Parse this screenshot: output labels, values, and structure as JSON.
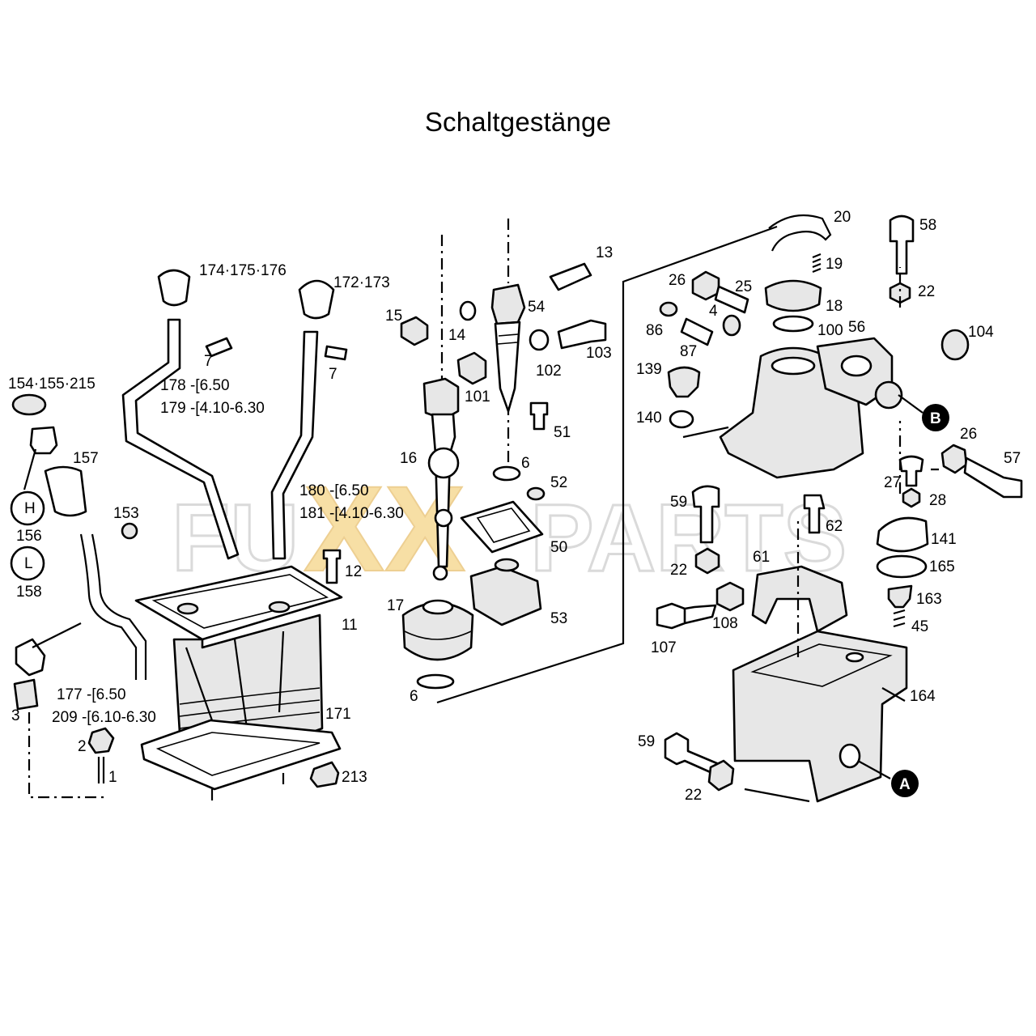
{
  "title": "Schaltgestänge",
  "watermark": {
    "left": "FU",
    "middle": "XX",
    "right": "PARTS",
    "accent_color": "#f2c55c",
    "gray_color": "#d8d8d8"
  },
  "callouts": {
    "c_174_175_176": "174·175·176",
    "c_172_173": "172·173",
    "c_7a": "7",
    "c_7b": "7",
    "c_178": "178 -[6.50",
    "c_179": "179 -[4.10-6.30",
    "c_180": "180 -[6.50",
    "c_181": "181 -[4.10-6.30",
    "c_154_155_215": "154·155·215",
    "c_157": "157",
    "c_156": "156",
    "c_158": "158",
    "c_153": "153",
    "c_12": "12",
    "c_11": "11",
    "c_177": "177 -[6.50",
    "c_209": "209 -[6.10-6.30",
    "c_3": "3",
    "c_2": "2",
    "c_1": "1",
    "c_171": "171",
    "c_213": "213",
    "c_13": "13",
    "c_54": "54",
    "c_15": "15",
    "c_14": "14",
    "c_103": "103",
    "c_102": "102",
    "c_101": "101",
    "c_51": "51",
    "c_16": "16",
    "c_6a": "6",
    "c_52": "52",
    "c_50": "50",
    "c_17": "17",
    "c_53": "53",
    "c_6b": "6",
    "c_20": "20",
    "c_58": "58",
    "c_19": "19",
    "c_26a": "26",
    "c_25": "25",
    "c_22a": "22",
    "c_4": "4",
    "c_18": "18",
    "c_86": "86",
    "c_87": "87",
    "c_100": "100",
    "c_56": "56",
    "c_104": "104",
    "c_139": "139",
    "c_140": "140",
    "c_B": "B",
    "c_26b": "26",
    "c_57": "57",
    "c_27": "27",
    "c_28": "28",
    "c_59a": "59",
    "c_62": "62",
    "c_141": "141",
    "c_61": "61",
    "c_165": "165",
    "c_22b": "22",
    "c_163": "163",
    "c_45": "45",
    "c_108": "108",
    "c_107": "107",
    "c_164": "164",
    "c_59b": "59",
    "c_A": "A",
    "c_22c": "22"
  },
  "switch_symbols": {
    "high": "H",
    "low": "L"
  }
}
